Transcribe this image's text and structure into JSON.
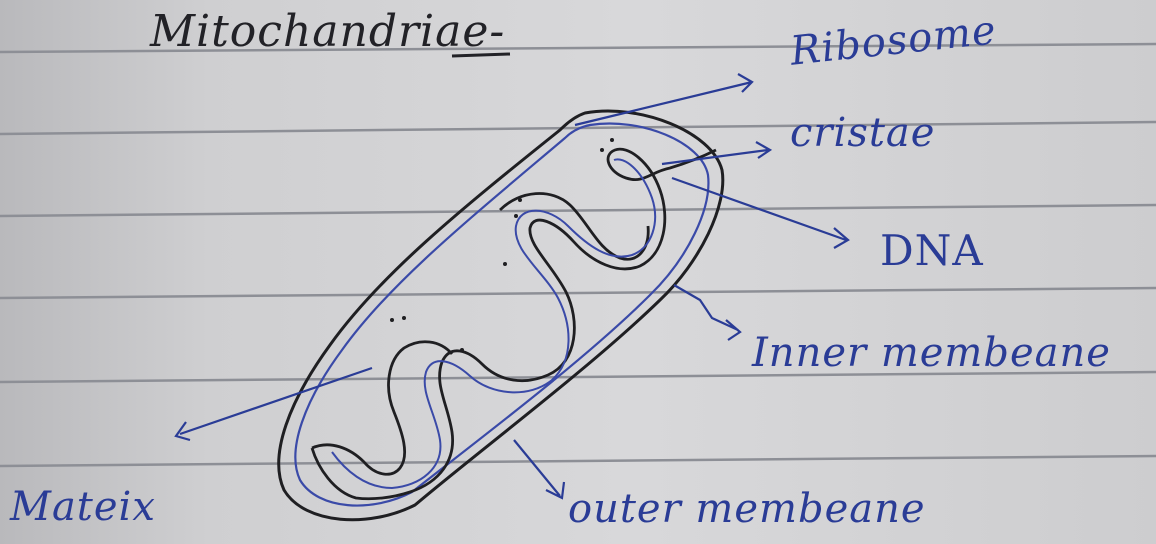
{
  "title": "Mitochandriae-",
  "labels": {
    "ribosome": "Ribosome",
    "cristae": "cristae",
    "dna": "DNA",
    "inner_membrane": "Inner membeane",
    "outer_membrane": "outer membeane",
    "matrix": "Mateix"
  },
  "colors": {
    "paper": "#d6d6d8",
    "rule_line": "#8d8f96",
    "pencil_ink": "#1f1f22",
    "blue_ink": "#2a3c96"
  }
}
